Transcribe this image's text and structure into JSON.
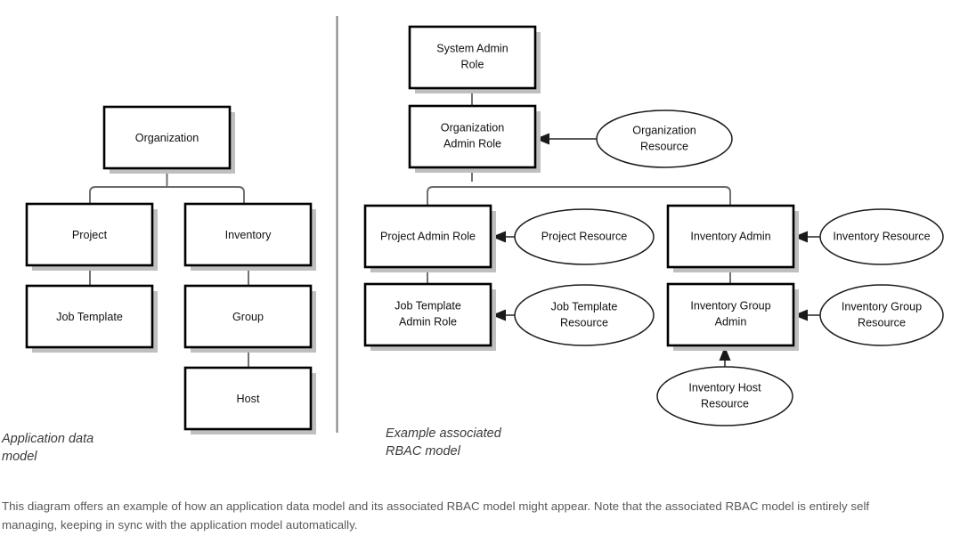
{
  "diagram": {
    "title": "Application data model and associated RBAC model",
    "colors": {
      "box_border": "#000000",
      "box_fill": "#ffffff",
      "box_shadow": "#bfbfbf",
      "connector": "#6b6b6b",
      "ellipse_border": "#1a1a1a",
      "divider": "#8a8a8a",
      "caption_text": "#585858",
      "label_text": "#3a3a3a"
    }
  },
  "left_panel": {
    "label": "Application data model",
    "label_line1": "Application data",
    "label_line2": "model",
    "nodes": [
      {
        "id": "organization",
        "label": "Organization",
        "shape": "box"
      },
      {
        "id": "project",
        "label": "Project",
        "shape": "box"
      },
      {
        "id": "inventory",
        "label": "Inventory",
        "shape": "box"
      },
      {
        "id": "job-template",
        "label": "Job Template",
        "shape": "box"
      },
      {
        "id": "group",
        "label": "Group",
        "shape": "box"
      },
      {
        "id": "host",
        "label": "Host",
        "shape": "box"
      }
    ],
    "edges": [
      {
        "from": "organization",
        "to": "project",
        "type": "line"
      },
      {
        "from": "organization",
        "to": "inventory",
        "type": "line"
      },
      {
        "from": "project",
        "to": "job-template",
        "type": "line"
      },
      {
        "from": "inventory",
        "to": "group",
        "type": "line"
      },
      {
        "from": "group",
        "to": "host",
        "type": "line"
      }
    ]
  },
  "right_panel": {
    "label": "Example associated RBAC model",
    "label_line1": "Example associated",
    "label_line2": "RBAC model",
    "nodes": [
      {
        "id": "system-admin-role",
        "label_line1": "System Admin",
        "label_line2": "Role",
        "shape": "box"
      },
      {
        "id": "organization-admin-role",
        "label_line1": "Organization",
        "label_line2": "Admin Role",
        "shape": "box"
      },
      {
        "id": "project-admin-role",
        "label_line1": "Project Admin Role",
        "label_line2": "",
        "shape": "box"
      },
      {
        "id": "inventory-admin",
        "label_line1": "Inventory Admin",
        "label_line2": "",
        "shape": "box"
      },
      {
        "id": "job-template-admin-role",
        "label_line1": "Job Template",
        "label_line2": "Admin Role",
        "shape": "box"
      },
      {
        "id": "inventory-group-admin",
        "label_line1": "Inventory Group",
        "label_line2": "Admin",
        "shape": "box"
      },
      {
        "id": "organization-resource",
        "label_line1": "Organization",
        "label_line2": "Resource",
        "shape": "ellipse"
      },
      {
        "id": "project-resource",
        "label_line1": "Project Resource",
        "label_line2": "",
        "shape": "ellipse"
      },
      {
        "id": "inventory-resource",
        "label_line1": "Inventory Resource",
        "label_line2": "",
        "shape": "ellipse"
      },
      {
        "id": "job-template-resource",
        "label_line1": "Job Template",
        "label_line2": "Resource",
        "shape": "ellipse"
      },
      {
        "id": "inventory-group-resource",
        "label_line1": "Inventory Group",
        "label_line2": "Resource",
        "shape": "ellipse"
      },
      {
        "id": "inventory-host-resource",
        "label_line1": "Inventory Host",
        "label_line2": "Resource",
        "shape": "ellipse"
      }
    ],
    "edges": [
      {
        "from": "system-admin-role",
        "to": "organization-admin-role",
        "type": "line"
      },
      {
        "from": "organization-admin-role",
        "to": "project-admin-role",
        "type": "line"
      },
      {
        "from": "organization-admin-role",
        "to": "inventory-admin",
        "type": "line"
      },
      {
        "from": "project-admin-role",
        "to": "job-template-admin-role",
        "type": "line"
      },
      {
        "from": "inventory-admin",
        "to": "inventory-group-admin",
        "type": "line"
      },
      {
        "from": "organization-resource",
        "to": "organization-admin-role",
        "type": "arrow"
      },
      {
        "from": "project-resource",
        "to": "project-admin-role",
        "type": "arrow"
      },
      {
        "from": "inventory-resource",
        "to": "inventory-admin",
        "type": "arrow"
      },
      {
        "from": "job-template-resource",
        "to": "job-template-admin-role",
        "type": "arrow"
      },
      {
        "from": "inventory-group-resource",
        "to": "inventory-group-admin",
        "type": "arrow"
      },
      {
        "from": "inventory-host-resource",
        "to": "inventory-group-admin",
        "type": "arrow"
      }
    ]
  },
  "caption": {
    "line1": "This diagram offers an example of how an application data model and its associated RBAC model might appear. Note that the",
    "line2": "associated RBAC model is entirely self managing, keeping in sync with the application model automatically."
  }
}
